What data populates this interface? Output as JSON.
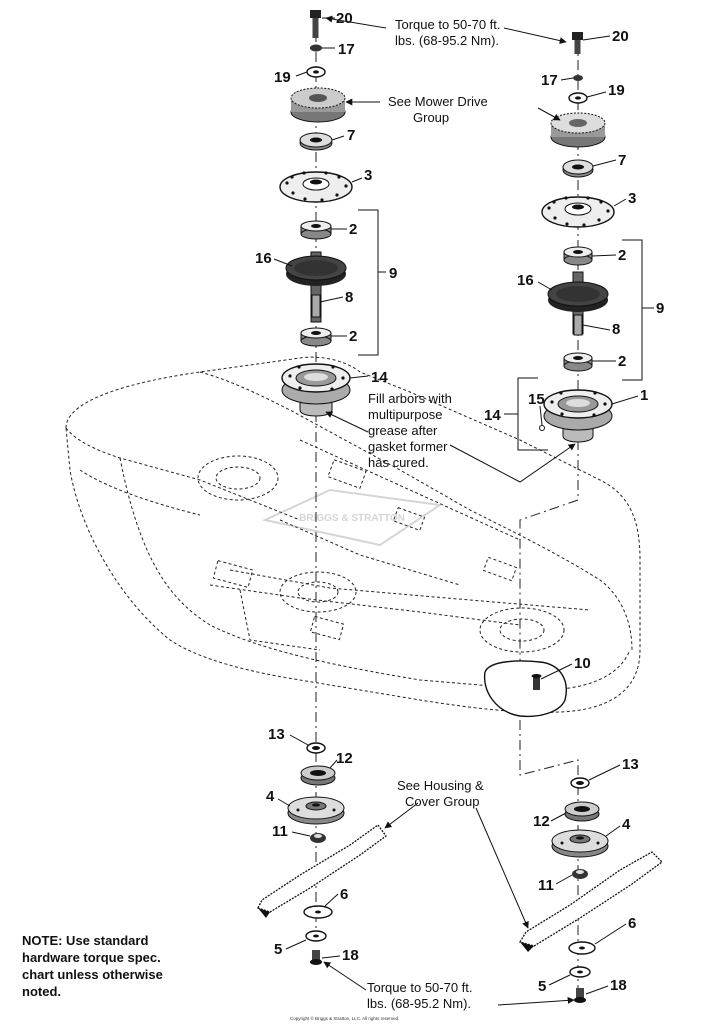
{
  "callouts": [
    {
      "id": "c20a",
      "text": "20"
    },
    {
      "id": "c17a",
      "text": "17"
    },
    {
      "id": "c19a",
      "text": "19"
    },
    {
      "id": "c7a",
      "text": "7"
    },
    {
      "id": "c3a",
      "text": "3"
    },
    {
      "id": "c2a",
      "text": "2"
    },
    {
      "id": "c16a",
      "text": "16"
    },
    {
      "id": "c8a",
      "text": "8"
    },
    {
      "id": "c9a",
      "text": "9"
    },
    {
      "id": "c2b",
      "text": "2"
    },
    {
      "id": "c14a",
      "text": "14"
    },
    {
      "id": "c20b",
      "text": "20"
    },
    {
      "id": "c17b",
      "text": "17"
    },
    {
      "id": "c19b",
      "text": "19"
    },
    {
      "id": "c7b",
      "text": "7"
    },
    {
      "id": "c3b",
      "text": "3"
    },
    {
      "id": "c2c",
      "text": "2"
    },
    {
      "id": "c16b",
      "text": "16"
    },
    {
      "id": "c9b",
      "text": "9"
    },
    {
      "id": "c8b",
      "text": "8"
    },
    {
      "id": "c2d",
      "text": "2"
    },
    {
      "id": "c15",
      "text": "15"
    },
    {
      "id": "c1",
      "text": "1"
    },
    {
      "id": "c14b",
      "text": "14"
    },
    {
      "id": "c10",
      "text": "10"
    },
    {
      "id": "c13a",
      "text": "13"
    },
    {
      "id": "c12a",
      "text": "12"
    },
    {
      "id": "c4a",
      "text": "4"
    },
    {
      "id": "c11a",
      "text": "11"
    },
    {
      "id": "c6a",
      "text": "6"
    },
    {
      "id": "c5a",
      "text": "5"
    },
    {
      "id": "c18a",
      "text": "18"
    },
    {
      "id": "c13b",
      "text": "13"
    },
    {
      "id": "c12b",
      "text": "12"
    },
    {
      "id": "c4b",
      "text": "4"
    },
    {
      "id": "c11b",
      "text": "11"
    },
    {
      "id": "c6b",
      "text": "6"
    },
    {
      "id": "c5b",
      "text": "5"
    },
    {
      "id": "c18b",
      "text": "18"
    }
  ],
  "notes": {
    "torque_top": [
      "Torque to 50-70 ft.",
      "lbs. (68-95.2 Nm)."
    ],
    "mower_drive": [
      "See Mower Drive",
      "Group"
    ],
    "fill_arbors": [
      "Fill arbors with",
      "multipurpose",
      "grease after",
      "gasket former",
      "has cured."
    ],
    "housing_cover": [
      "See Housing &",
      "Cover Group"
    ],
    "torque_bottom": [
      "Torque to 50-70 ft.",
      "lbs. (68-95.2 Nm)."
    ],
    "general": [
      "NOTE: Use standard",
      "hardware torque spec.",
      "chart unless otherwise",
      "noted."
    ]
  },
  "watermark": "BRIGGS & STRATTON",
  "copyright": "Copyright © Briggs & Stratton, LLC. All rights reserved."
}
